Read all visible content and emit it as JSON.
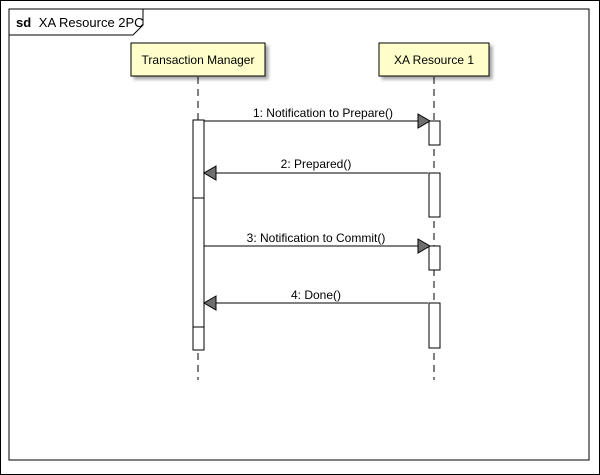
{
  "diagram": {
    "frame_keyword": "sd",
    "frame_name": "XA Resource 2PC",
    "lifelines": [
      {
        "id": "tm",
        "label": "Transaction Manager"
      },
      {
        "id": "xa",
        "label": "XA Resource 1"
      }
    ],
    "messages": [
      {
        "label": "1: Notification to Prepare()",
        "from": "tm",
        "to": "xa"
      },
      {
        "label": "2: Prepared()",
        "from": "xa",
        "to": "tm"
      },
      {
        "label": "3: Notification to Commit()",
        "from": "tm",
        "to": "xa"
      },
      {
        "label": "4: Done()",
        "from": "xa",
        "to": "tm"
      }
    ],
    "colors": {
      "lifeline_box": "#ffffcc",
      "arrowhead": "#6e6e6e",
      "line": "#000000"
    }
  }
}
